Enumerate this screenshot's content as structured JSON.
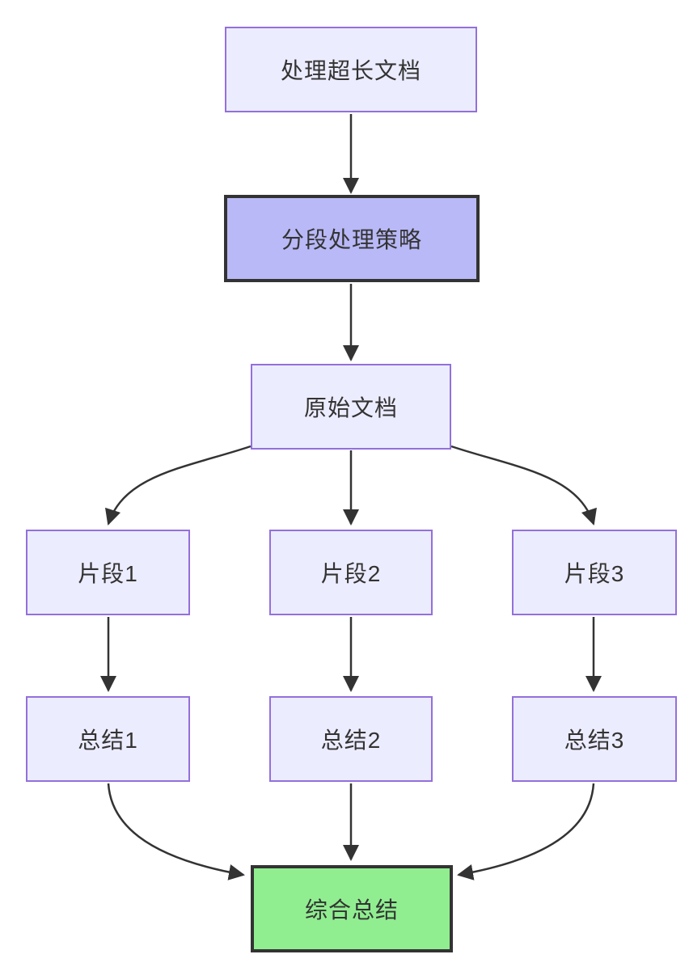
{
  "diagram": {
    "type": "flowchart",
    "direction": "top-down",
    "background": "#ffffff",
    "nodes": {
      "n1": {
        "label": "处理超长文档",
        "shape": "rect",
        "fill": "#ECECFF",
        "border": "#9370DB"
      },
      "n2": {
        "label": "分段处理策略",
        "shape": "rect",
        "fill": "#B9B9F8",
        "border": "#333333"
      },
      "n3": {
        "label": "原始文档",
        "shape": "rect",
        "fill": "#ECECFF",
        "border": "#9370DB"
      },
      "p1": {
        "label": "片段1",
        "shape": "rect",
        "fill": "#ECECFF",
        "border": "#9370DB"
      },
      "p2": {
        "label": "片段2",
        "shape": "rect",
        "fill": "#ECECFF",
        "border": "#9370DB"
      },
      "p3": {
        "label": "片段3",
        "shape": "rect",
        "fill": "#ECECFF",
        "border": "#9370DB"
      },
      "s1": {
        "label": "总结1",
        "shape": "rect",
        "fill": "#ECECFF",
        "border": "#9370DB"
      },
      "s2": {
        "label": "总结2",
        "shape": "rect",
        "fill": "#ECECFF",
        "border": "#9370DB"
      },
      "s3": {
        "label": "总结3",
        "shape": "rect",
        "fill": "#ECECFF",
        "border": "#9370DB"
      },
      "final": {
        "label": "综合总结",
        "shape": "rect",
        "fill": "#90EE90",
        "border": "#333333"
      }
    },
    "edges": [
      {
        "from": "处理超长文档",
        "to": "分段处理策略",
        "style": "arrow"
      },
      {
        "from": "分段处理策略",
        "to": "原始文档",
        "style": "arrow"
      },
      {
        "from": "原始文档",
        "to": "片段1",
        "style": "arrow"
      },
      {
        "from": "原始文档",
        "to": "片段2",
        "style": "arrow"
      },
      {
        "from": "原始文档",
        "to": "片段3",
        "style": "arrow"
      },
      {
        "from": "片段1",
        "to": "总结1",
        "style": "arrow"
      },
      {
        "from": "片段2",
        "to": "总结2",
        "style": "arrow"
      },
      {
        "from": "片段3",
        "to": "总结3",
        "style": "arrow"
      },
      {
        "from": "总结1",
        "to": "综合总结",
        "style": "arrow"
      },
      {
        "from": "总结2",
        "to": "综合总结",
        "style": "arrow"
      },
      {
        "from": "总结3",
        "to": "综合总结",
        "style": "arrow"
      }
    ],
    "edge_color": "#333333",
    "text_color": "#333333"
  }
}
